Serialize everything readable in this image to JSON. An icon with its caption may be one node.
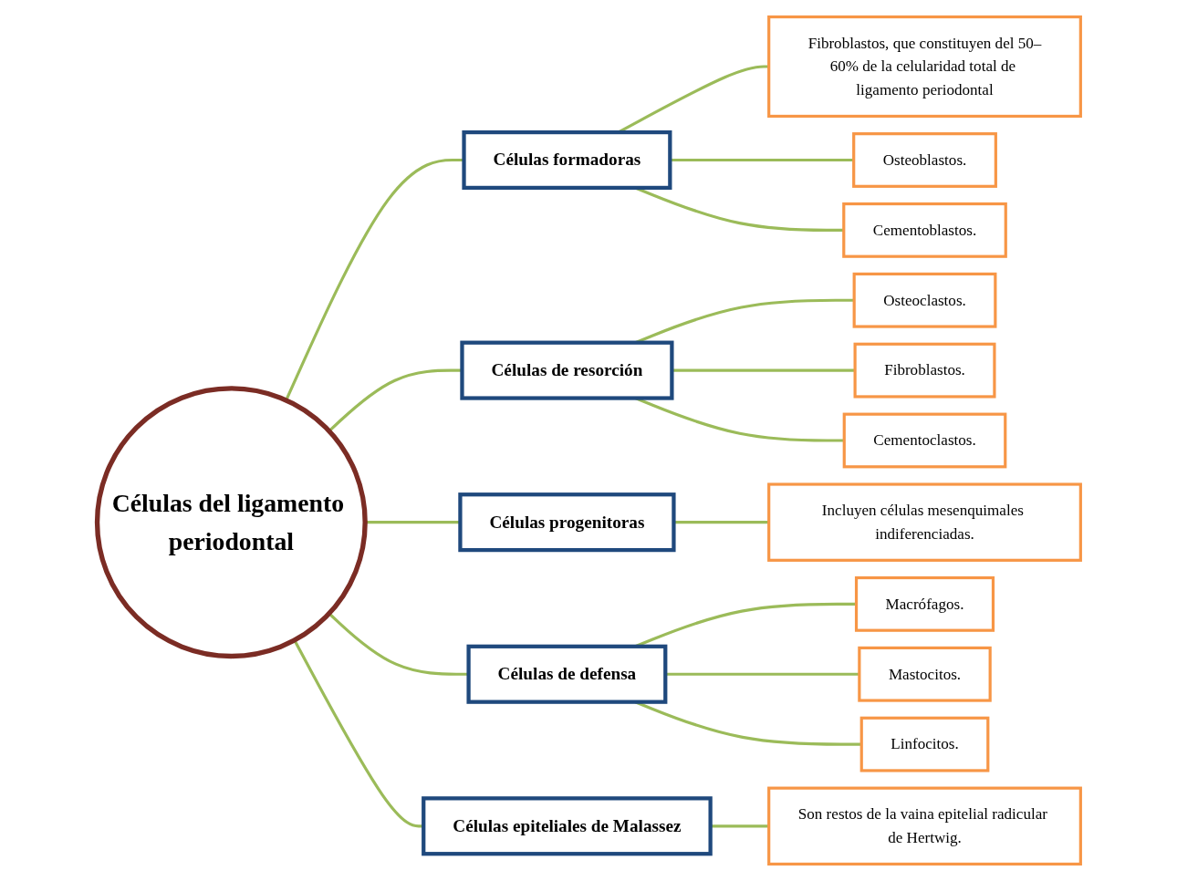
{
  "diagram": {
    "nodes": [
      {
        "text": [
          "Células del ligamento periodontal"
        ]
      },
      {
        "text": [
          "Células formadoras"
        ]
      },
      {
        "text": [
          "Fibroblastos, que constituyen del 50–60% de la celularidad total de ligamento periodontal"
        ]
      },
      {
        "text": [
          "Osteoblastos."
        ]
      },
      {
        "text": [
          "Cementoblastos."
        ]
      },
      {
        "text": [
          "Células de resorción"
        ]
      },
      {
        "text": [
          "Osteoclastos."
        ]
      },
      {
        "text": [
          "Fibroblastos."
        ]
      },
      {
        "text": [
          "Cementoclastos."
        ]
      },
      {
        "text": [
          "Células progenitoras"
        ]
      },
      {
        "text": [
          "Incluyen células mesenquimales indiferenciadas."
        ]
      },
      {
        "text": [
          "Células de defensa"
        ]
      },
      {
        "text": [
          "Macrófagos."
        ]
      },
      {
        "text": [
          "Mastocitos."
        ]
      },
      {
        "text": [
          "Linfocitos."
        ]
      },
      {
        "text": [
          "Células epiteliales de Malassez"
        ]
      },
      {
        "text": [
          "Son restos de la vaina epitelial radicular de Hertwig."
        ]
      }
    ],
    "edges": [
      {
        "from": 0,
        "to": 1,
        "arrow": "none"
      },
      {
        "from": 1,
        "to": 2,
        "arrow": "none"
      },
      {
        "from": 1,
        "to": 3,
        "arrow": "none"
      },
      {
        "from": 1,
        "to": 4,
        "arrow": "none"
      },
      {
        "from": 0,
        "to": 5,
        "arrow": "none"
      },
      {
        "from": 5,
        "to": 6,
        "arrow": "none"
      },
      {
        "from": 5,
        "to": 7,
        "arrow": "none"
      },
      {
        "from": 5,
        "to": 8,
        "arrow": "none"
      },
      {
        "from": 0,
        "to": 9,
        "arrow": "none"
      },
      {
        "from": 9,
        "to": 10,
        "arrow": "none"
      },
      {
        "from": 0,
        "to": 11,
        "arrow": "none"
      },
      {
        "from": 11,
        "to": 12,
        "arrow": "none"
      },
      {
        "from": 11,
        "to": 13,
        "arrow": "none"
      },
      {
        "from": 11,
        "to": 14,
        "arrow": "none"
      },
      {
        "from": 0,
        "to": 15,
        "arrow": "none"
      },
      {
        "from": 15,
        "to": 16,
        "arrow": "none"
      }
    ]
  }
}
